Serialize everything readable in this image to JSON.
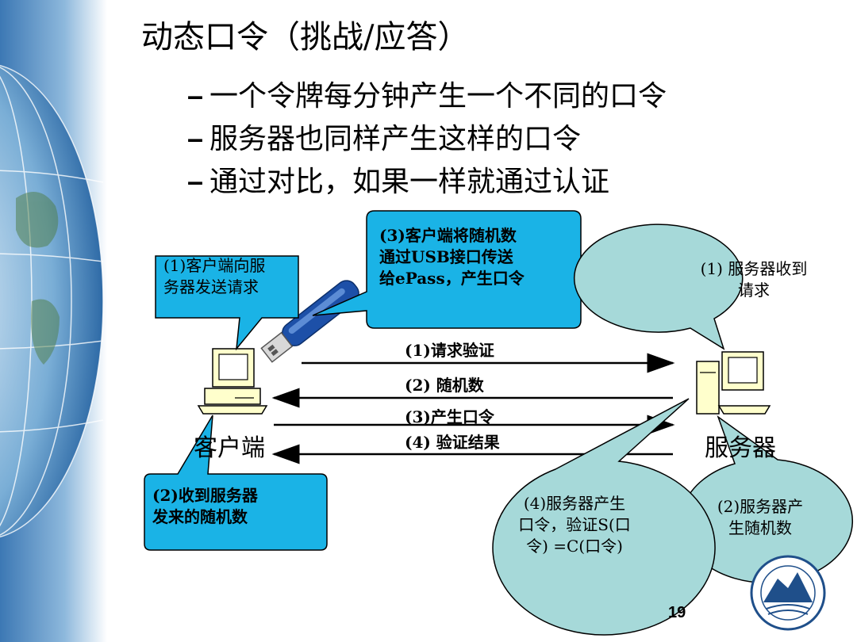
{
  "title": "动态口令（挑战/应答）",
  "bullets": [
    {
      "dash": "–",
      "text": "一个令牌每分钟产生一个不同的口令"
    },
    {
      "dash": "–",
      "text": "服务器也同样产生这样的口令"
    },
    {
      "dash": "–",
      "text": "通过对比，如果一样就通过认证"
    }
  ],
  "callouts": {
    "client_request": [
      "(1)客户端向服",
      "务器发送请求"
    ],
    "client_usb": [
      "(3)客户端将随机数",
      "通过USB接口传送",
      "给ePass，产生口令"
    ],
    "client_receive": [
      "(2)收到服务器",
      "发来的随机数"
    ],
    "server_receive": [
      "(1) 服务器收到",
      "请求"
    ],
    "server_generate": [
      "(4)服务器产生",
      "口令，验证S(口",
      "令) =C(口令)"
    ],
    "server_random": [
      "(2)服务器产",
      "生随机数"
    ]
  },
  "arrows": [
    {
      "label": "(1)请求验证",
      "direction": "right"
    },
    {
      "label": "(2) 随机数",
      "direction": "left"
    },
    {
      "label": "(3)产生口令",
      "direction": "right"
    },
    {
      "label": "(4) 验证结果",
      "direction": "left"
    }
  ],
  "nodes": {
    "client": "客户端",
    "server": "服务器"
  },
  "page_number": "19",
  "colors": {
    "callout_fill": "#1ab3e6",
    "ellipse_fill": "#a6d9d9",
    "stroke": "#000000"
  },
  "icons": [
    "globe-background-icon",
    "usb-token-icon",
    "client-computer-icon",
    "server-computer-icon",
    "university-logo-icon"
  ]
}
